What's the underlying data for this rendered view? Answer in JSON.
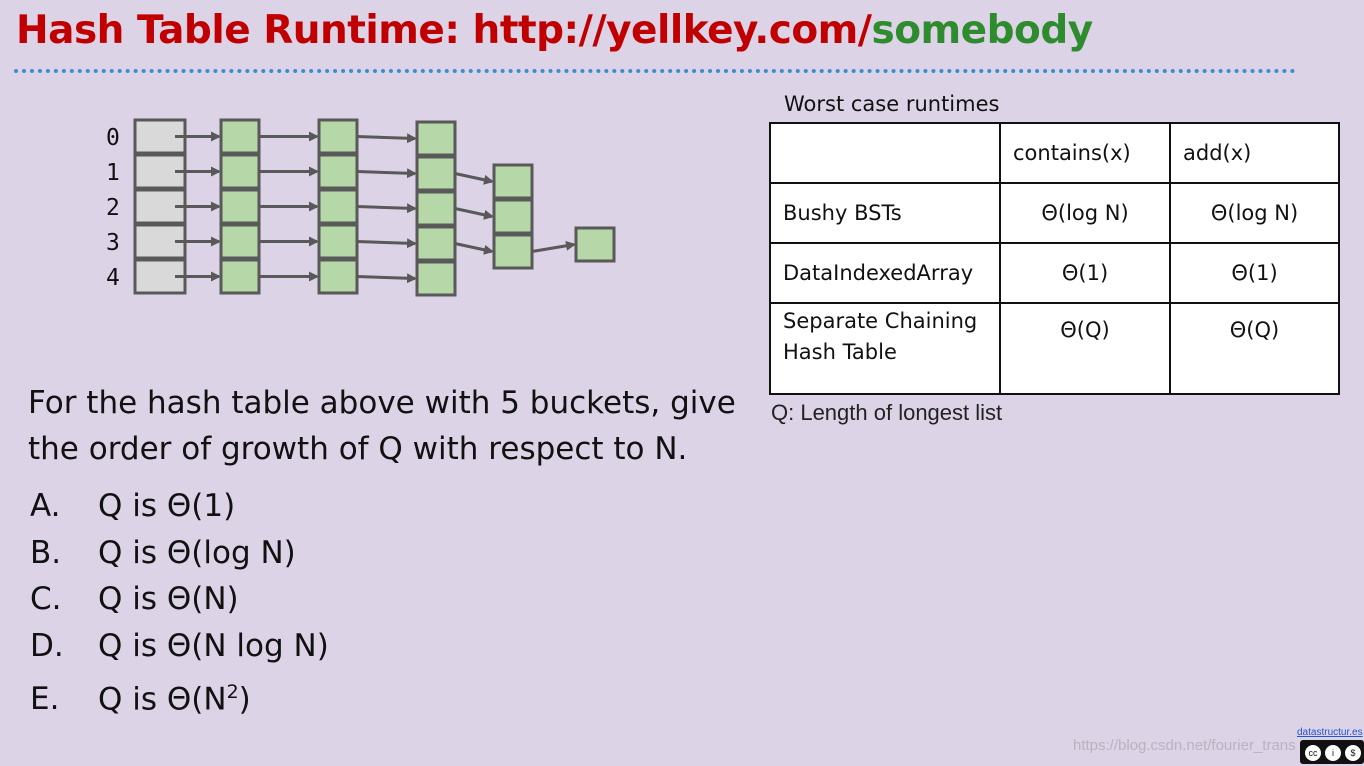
{
  "title": {
    "prefix": "Hash Table Runtime: http://yellkey.com/",
    "keyword": "somebody"
  },
  "diagram": {
    "bucket_labels": [
      "0",
      "1",
      "2",
      "3",
      "4"
    ],
    "list_lengths": [
      3,
      4,
      4,
      5,
      3
    ]
  },
  "table": {
    "caption": "Worst case runtimes",
    "headers": [
      "",
      "contains(x)",
      "add(x)"
    ],
    "rows": [
      {
        "name": "Bushy BSTs",
        "contains": "Θ(log N)",
        "add": "Θ(log N)"
      },
      {
        "name": "DataIndexedArray",
        "contains": "Θ(1)",
        "add": "Θ(1)"
      },
      {
        "name": "Separate Chaining Hash Table",
        "contains": "Θ(Q)",
        "add": "Θ(Q)"
      }
    ]
  },
  "note": "Q: Length of longest list",
  "question": "For the hash table above with 5 buckets, give the order of growth of Q with respect to N.",
  "options": [
    {
      "letter": "A.",
      "text": "Q is Θ(1)"
    },
    {
      "letter": "B.",
      "text": "Q is Θ(log N)"
    },
    {
      "letter": "C.",
      "text": "Q is Θ(N)"
    },
    {
      "letter": "D.",
      "text": "Q is Θ(N log N)"
    },
    {
      "letter": "E.",
      "text": "Q is Θ(N",
      "sup": "2",
      "after": ")"
    }
  ],
  "footer": {
    "watermark": "https://blog.csdn.net/fourier_trans",
    "site": "datastructur.es",
    "license_icon": "cc-by-nc-sa-icon"
  },
  "colors": {
    "background": "#dcd3e7",
    "title_red": "#c00000",
    "title_green": "#2e8b2e",
    "bucket_gray": "#d9d9d9",
    "node_green": "#b6d7a8",
    "arrow_gray": "#595959"
  }
}
